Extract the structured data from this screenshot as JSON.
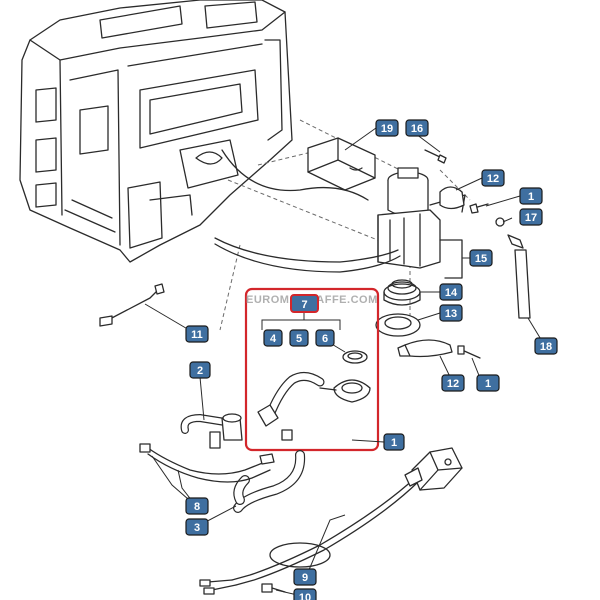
{
  "watermark": "EUROMATICAFFE.COM",
  "colors": {
    "callout_fill": "#3f6fa0",
    "highlight_frame": "#d3262b",
    "line": "#2b2b2b"
  },
  "callouts": {
    "c19": "19",
    "c16": "16",
    "c12a": "12",
    "c1a": "1",
    "c17": "17",
    "c15": "15",
    "c14": "14",
    "c13": "13",
    "c18": "18",
    "c12b": "12",
    "c1b": "1",
    "c7": "7",
    "c4": "4",
    "c5": "5",
    "c6": "6",
    "c11": "11",
    "c2": "2",
    "c1c": "1",
    "c8": "8",
    "c3": "3",
    "c9": "9",
    "c10": "10"
  }
}
